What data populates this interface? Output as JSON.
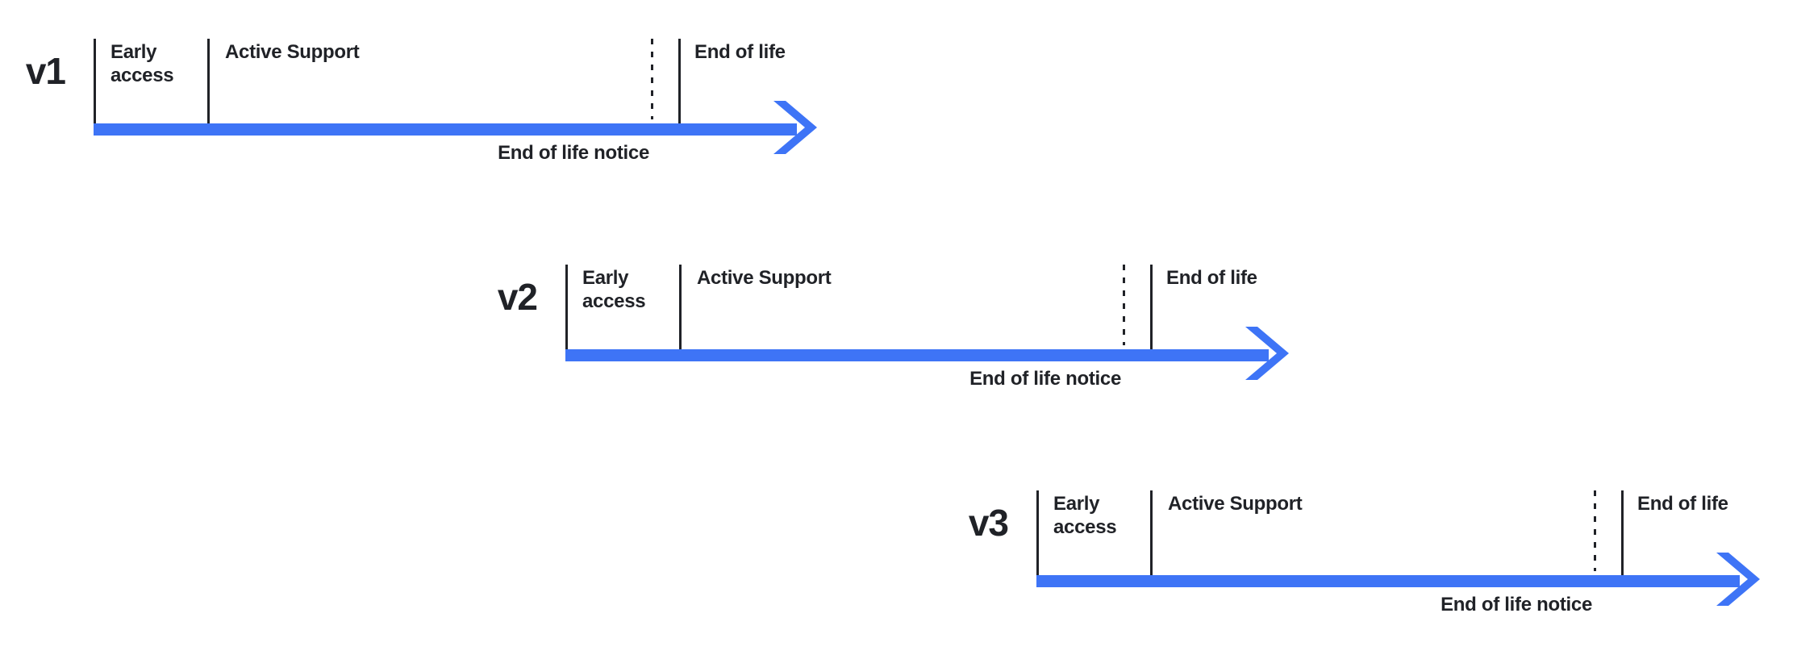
{
  "colors": {
    "arrow_blue": "#3e74f6",
    "ink": "#202227",
    "background": "#ffffff"
  },
  "timelines": [
    {
      "version": "v1",
      "labels": {
        "early_access": "Early\naccess",
        "active_support": "Active Support",
        "end_of_life": "End of life",
        "end_of_life_notice": "End of life notice"
      }
    },
    {
      "version": "v2",
      "labels": {
        "early_access": "Early\naccess",
        "active_support": "Active Support",
        "end_of_life": "End of life",
        "end_of_life_notice": "End of life notice"
      }
    },
    {
      "version": "v3",
      "labels": {
        "early_access": "Early\naccess",
        "active_support": "Active Support",
        "end_of_life": "End of life",
        "end_of_life_notice": "End of life notice"
      }
    }
  ]
}
